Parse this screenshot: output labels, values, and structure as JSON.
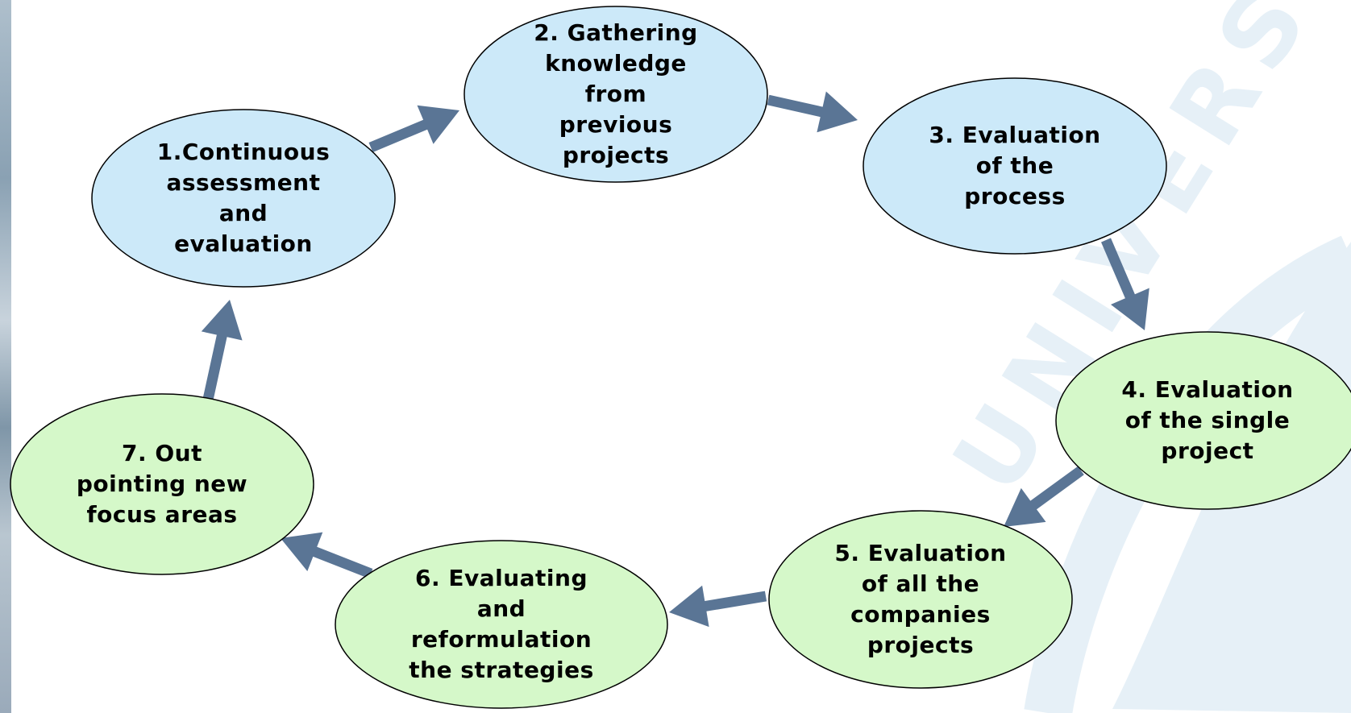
{
  "colors": {
    "blue_node_fill": "#cce9f9",
    "green_node_fill": "#d5f8c9",
    "node_stroke": "#000000",
    "arrow": "#5a7595",
    "watermark": "#e6f0f7"
  },
  "watermark_text": "UNIVERSITAS",
  "nodes": [
    {
      "id": "n1",
      "lines": [
        "1.Continuous",
        "assessment",
        "and",
        "evaluation"
      ]
    },
    {
      "id": "n2",
      "lines": [
        "2. Gathering",
        "knowledge",
        "from",
        "previous",
        "projects"
      ]
    },
    {
      "id": "n3",
      "lines": [
        "3. Evaluation",
        "of the",
        "process"
      ]
    },
    {
      "id": "n4",
      "lines": [
        "4. Evaluation",
        "of the single",
        "project"
      ]
    },
    {
      "id": "n5",
      "lines": [
        "5. Evaluation",
        "of all the",
        "companies",
        "projects"
      ]
    },
    {
      "id": "n6",
      "lines": [
        "6. Evaluating",
        "and",
        "reformulation",
        "the strategies"
      ]
    },
    {
      "id": "n7",
      "lines": [
        "7. Out",
        "pointing new",
        "focus areas"
      ]
    }
  ],
  "edges": [
    {
      "from": "n1",
      "to": "n2"
    },
    {
      "from": "n2",
      "to": "n3"
    },
    {
      "from": "n3",
      "to": "n4"
    },
    {
      "from": "n4",
      "to": "n5"
    },
    {
      "from": "n5",
      "to": "n6"
    },
    {
      "from": "n6",
      "to": "n7"
    },
    {
      "from": "n7",
      "to": "n1"
    }
  ]
}
